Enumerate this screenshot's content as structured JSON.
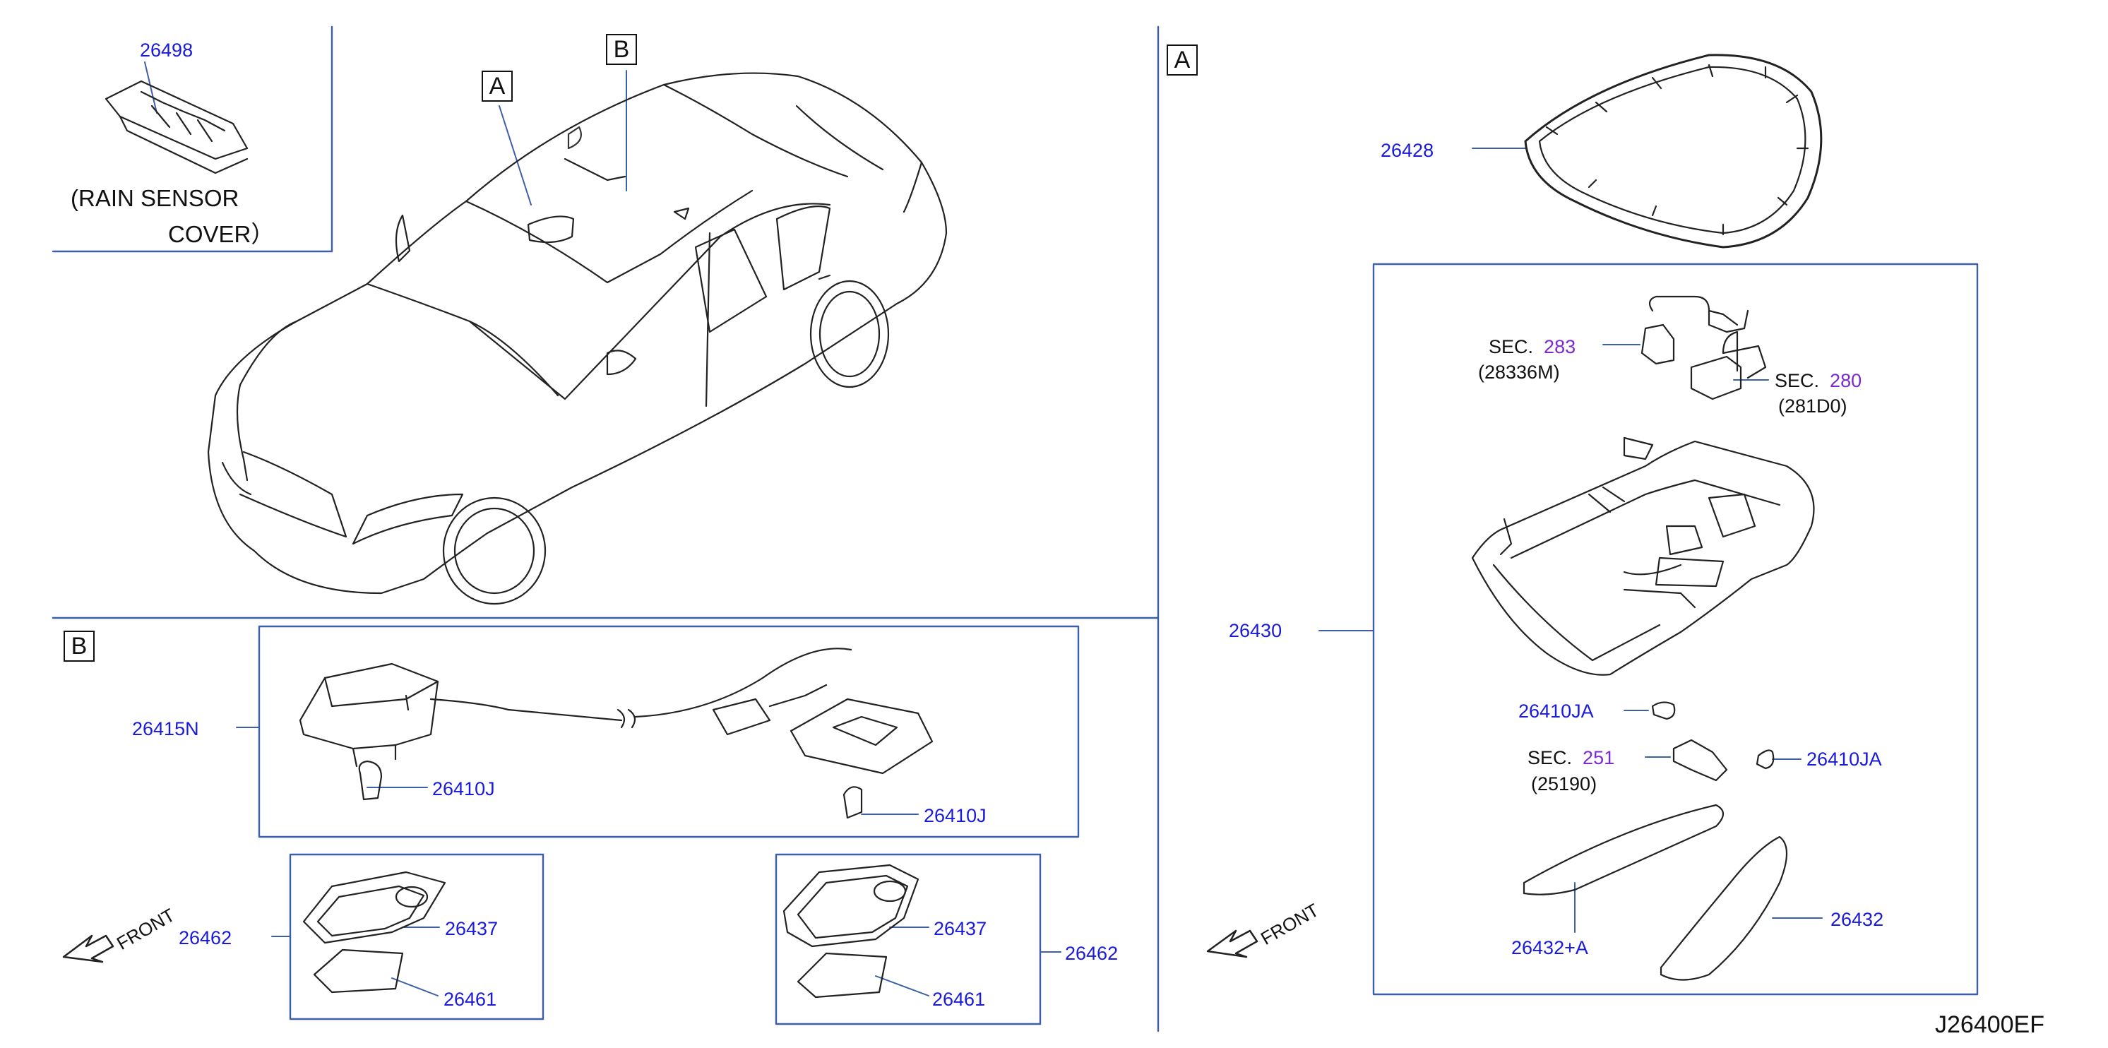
{
  "labels": {
    "view_a": "A",
    "view_b": "B",
    "view_b_section": "B",
    "view_a_section": "A",
    "front": "FRONT",
    "diagram_code": "J26400EF"
  },
  "rain_sensor": {
    "part": "26498",
    "caption_line1": "(RAIN   SENSOR",
    "caption_line2": "COVER）"
  },
  "section_a": {
    "p26428": "26428",
    "p26430": "26430",
    "sec283_prefix": "SEC.",
    "sec283_num": "283",
    "sec283_ref": "(28336M)",
    "sec280_prefix": "SEC.",
    "sec280_num": "280",
    "sec280_ref": "(281D0)",
    "p26410ja_left": "26410JA",
    "p26410ja_right": "26410JA",
    "sec251_prefix": "SEC.",
    "sec251_num": "251",
    "sec251_ref": "(25190)",
    "p26432a": "26432+A",
    "p26432": "26432"
  },
  "section_b": {
    "p26415n": "26415N",
    "p26410j_left": "26410J",
    "p26410j_right": "26410J",
    "left_lamp": {
      "p26462": "26462",
      "p26437": "26437",
      "p26461": "26461"
    },
    "right_lamp": {
      "p26462": "26462",
      "p26437": "26437",
      "p26461": "26461"
    }
  }
}
